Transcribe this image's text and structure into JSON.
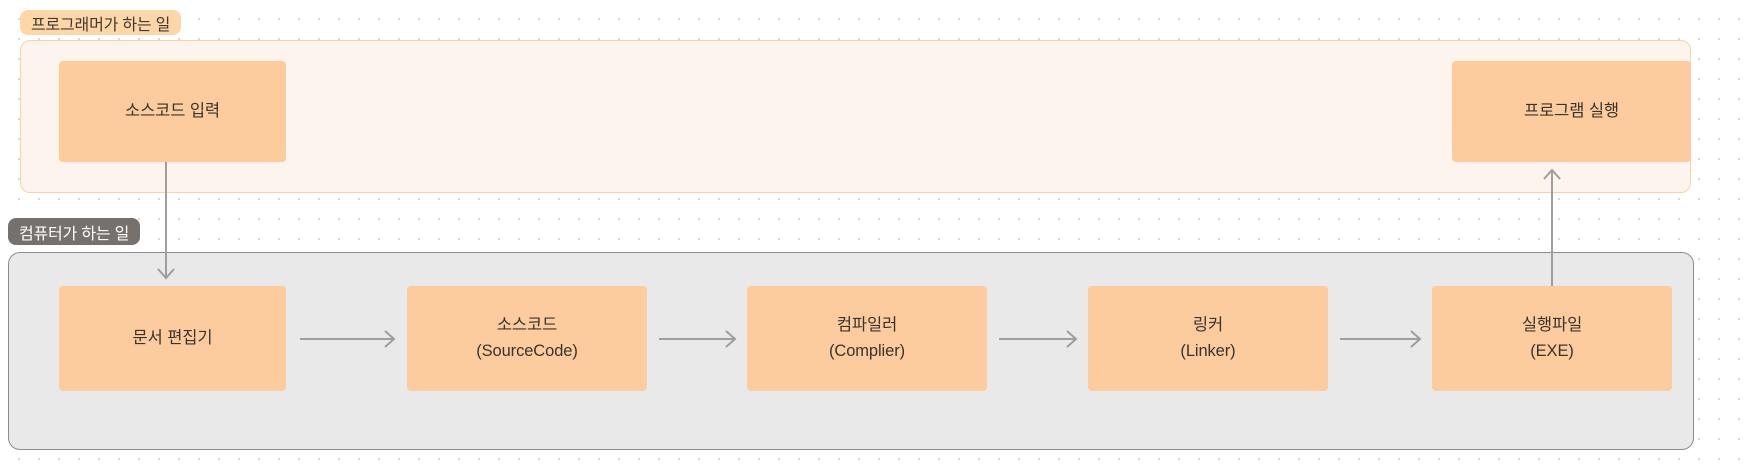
{
  "diagram": {
    "title_badges": {
      "programmer": "프로그래머가 하는 일",
      "computer": "컴퓨터가 하는 일"
    },
    "groups": [
      {
        "id": "programmer",
        "label": "프로그래머가 하는 일",
        "fill": "#fdf4ee",
        "border": "#f7d2ab",
        "badge_fill": "#ffd6a8",
        "badge_text_color": "#3f3a35"
      },
      {
        "id": "computer",
        "label": "컴퓨터가 하는 일",
        "fill": "#e9e9e9",
        "border": "#8c8c8c",
        "badge_fill": "#77716d",
        "badge_text_color": "#ffffff"
      }
    ],
    "node_fill": "#fccc9f",
    "node_text_color": "#3a332c",
    "connector_color": "#9e9e9e",
    "nodes": [
      {
        "id": "source-input",
        "group": "programmer",
        "line1": "소스코드 입력",
        "line2": ""
      },
      {
        "id": "run-program",
        "group": "programmer",
        "line1": "프로그램 실행",
        "line2": ""
      },
      {
        "id": "editor",
        "group": "computer",
        "line1": "문서 편집기",
        "line2": ""
      },
      {
        "id": "source",
        "group": "computer",
        "line1": "소스코드",
        "line2": "(SourceCode)"
      },
      {
        "id": "compiler",
        "group": "computer",
        "line1": "컴파일러",
        "line2": "(Complier)"
      },
      {
        "id": "linker",
        "group": "computer",
        "line1": "링커",
        "line2": "(Linker)"
      },
      {
        "id": "exe",
        "group": "computer",
        "line1": "실행파일",
        "line2": "(EXE)"
      }
    ],
    "edges": [
      {
        "id": "source-input-to-editor",
        "from": "source-input",
        "to": "editor",
        "direction": "down"
      },
      {
        "id": "editor-to-source",
        "from": "editor",
        "to": "source",
        "direction": "right"
      },
      {
        "id": "source-to-compiler",
        "from": "source",
        "to": "compiler",
        "direction": "right"
      },
      {
        "id": "compiler-to-linker",
        "from": "compiler",
        "to": "linker",
        "direction": "right"
      },
      {
        "id": "linker-to-exe",
        "from": "linker",
        "to": "exe",
        "direction": "right"
      },
      {
        "id": "exe-to-run-program",
        "from": "exe",
        "to": "run-program",
        "direction": "up"
      }
    ]
  }
}
